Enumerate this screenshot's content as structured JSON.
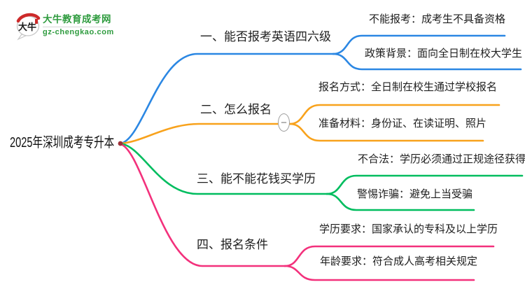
{
  "logo": {
    "icon_chars": "大牛",
    "site_name": "大牛教育成考网",
    "site_url": "gz-chengkao.com",
    "brand_color": "#2e9b3e",
    "icon_accent_color": "#cd2a2a"
  },
  "central_topic": {
    "label": "2025年深圳成考专升本"
  },
  "mindmap": {
    "center_dot_color": "#9e3039",
    "collapse_glyph": "−",
    "branches": [
      {
        "label": "一、能否报考英语四六级",
        "color": "#2b87e3",
        "children": [
          {
            "label": "不能报考：成考生不具备资格"
          },
          {
            "label": "政策背景：面向全日制在校大学生"
          }
        ]
      },
      {
        "label": "二、怎么报名",
        "color": "#f8a21c",
        "collapsed": false,
        "children": [
          {
            "label": "报名方式：全日制在校生通过学校报名"
          },
          {
            "label": "准备材料：身份证、在读证明、照片"
          }
        ]
      },
      {
        "label": "三、能不能花钱买学历",
        "color": "#00bd5f",
        "children": [
          {
            "label": "不合法：学历必须通过正规途径获得"
          },
          {
            "label": "警惕诈骗：避免上当受骗"
          }
        ]
      },
      {
        "label": "四、报名条件",
        "color": "#f3317c",
        "children": [
          {
            "label": "学历要求：国家承认的专科及以上学历"
          },
          {
            "label": "年龄要求：符合成人高考相关规定"
          }
        ]
      }
    ]
  }
}
